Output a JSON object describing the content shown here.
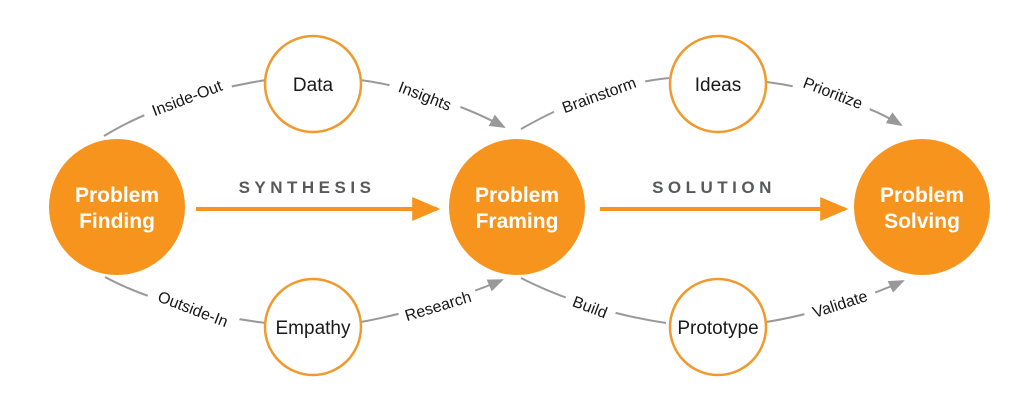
{
  "diagram": {
    "colors": {
      "orange": "#F7941D",
      "orange_ring": "#F0992D",
      "gray_line": "#999999",
      "stage_text": "#58595B",
      "edge_text": "#161616",
      "node_text": "#FFFFFF",
      "sub_text": "#1A1A1A",
      "background": "#FFFFFF"
    },
    "main_nodes": [
      {
        "id": "problem-finding",
        "line1": "Problem",
        "line2": "Finding"
      },
      {
        "id": "problem-framing",
        "line1": "Problem",
        "line2": "Framing"
      },
      {
        "id": "problem-solving",
        "line1": "Problem",
        "line2": "Solving"
      }
    ],
    "stage_arrows": [
      {
        "id": "synthesis",
        "label": "SYNTHESIS"
      },
      {
        "id": "solution",
        "label": "SOLUTION"
      }
    ],
    "sub_nodes": [
      {
        "id": "data",
        "label": "Data"
      },
      {
        "id": "ideas",
        "label": "Ideas"
      },
      {
        "id": "empathy",
        "label": "Empathy"
      },
      {
        "id": "prototype",
        "label": "Prototype"
      }
    ],
    "edge_labels": [
      {
        "id": "inside-out",
        "label": "Inside-Out"
      },
      {
        "id": "insights",
        "label": "Insights"
      },
      {
        "id": "brainstorm",
        "label": "Brainstorm"
      },
      {
        "id": "prioritize",
        "label": "Prioritize"
      },
      {
        "id": "outside-in",
        "label": "Outside-In"
      },
      {
        "id": "research",
        "label": "Research"
      },
      {
        "id": "build",
        "label": "Build"
      },
      {
        "id": "validate",
        "label": "Validate"
      }
    ]
  }
}
